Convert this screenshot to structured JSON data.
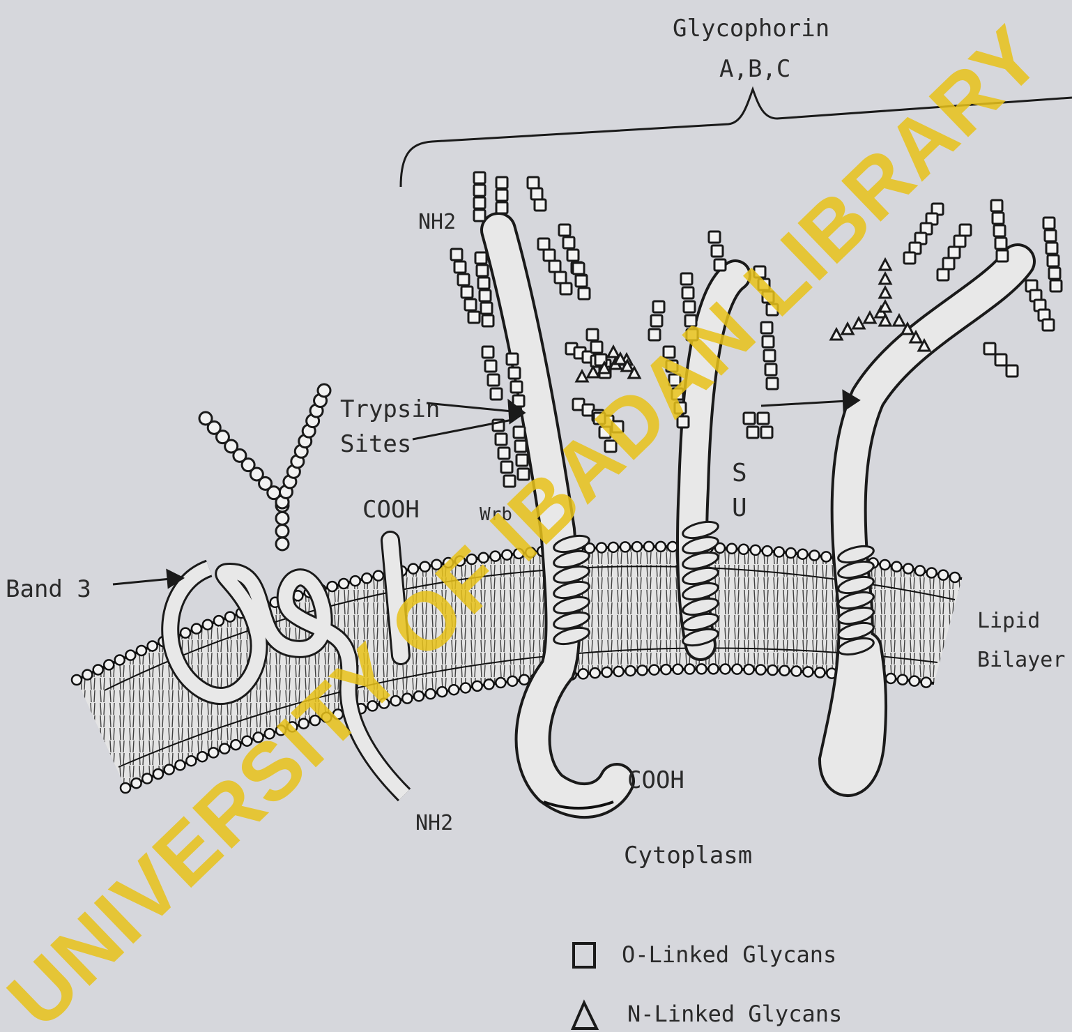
{
  "labels": {
    "glycophorin_title": "Glycophorin",
    "glycophorin_types": "A,B,C",
    "band3": "Band 3",
    "trypsin_line1": "Trypsin",
    "trypsin_line2": "Sites",
    "cooh_band3": "COOH",
    "wrb": "Wrb",
    "nh2_top": "NH2",
    "s_antigen": "S",
    "u_antigen": "U",
    "lipid_line1": "Lipid",
    "lipid_line2": "Bilayer",
    "nh2_bottom": "NH2",
    "cooh_glycophorin": "COOH",
    "cytoplasm": "Cytoplasm"
  },
  "legend": {
    "o_linked": "O-Linked Glycans",
    "n_linked": "N-Linked Glycans"
  },
  "watermark": {
    "text": "UNIVERSITY OF IBADAN LIBRARY",
    "color": "#e8c21a"
  },
  "colors": {
    "background": "#d6d7dc",
    "ink": "#1e1e1e",
    "membrane_fill": "#e6e6e6"
  }
}
